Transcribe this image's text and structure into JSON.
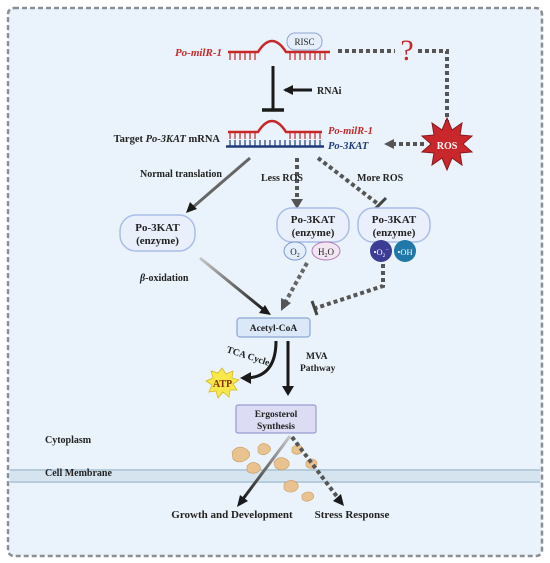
{
  "colors": {
    "background": "#eaf3fb",
    "frame": "#8a8f95",
    "mirna_red": "#c62828",
    "mrna_navy": "#1f3a78",
    "ros_red": "#c8272c",
    "enzyme_fill": "#e9f0fb",
    "enzyme_stroke": "#a9bde8",
    "acetyl_fill": "#dbe8f9",
    "ergo_fill": "#dcdcf4",
    "atp_yellow": "#f7e94a",
    "membrane": "#b7cfe0",
    "vesicle": "#e8c38f"
  },
  "labels": {
    "risc": "RISC",
    "mirna_top": "Po-milR-1",
    "question_mark": "?",
    "rnai": "RNAi",
    "target_prefix": "Target ",
    "target_gene": "Po-3KAT",
    "target_suffix": " mRNA",
    "duplex_mirna": "Po-milR-1",
    "duplex_gene": "Po-3KAT",
    "ros": "ROS",
    "normal_translation": "Normal translation",
    "less_ros": "Less ROS",
    "more_ros": "More ROS",
    "enzyme_name": "Po-3KAT",
    "enzyme_sub": "(enzyme)",
    "o2": "O",
    "o2_sub": "2",
    "h2o_h": "H",
    "h2o_sub": "2",
    "h2o_o": "O",
    "superoxide_dot": "•",
    "superoxide": "O",
    "superoxide_sub": "2",
    "superoxide_sup": "−",
    "hydroxyl_dot": "•",
    "hydroxyl": "OH",
    "beta_symbol": "β",
    "beta_text": "-oxidation",
    "acetyl_coa": "Acetyl-CoA",
    "tca_cycle": "TCA Cycle",
    "atp": "ATP",
    "mva_line1": "MVA",
    "mva_line2": "Pathway",
    "ergo_line1": "Ergosterol",
    "ergo_line2": "Synthesis",
    "cytoplasm": "Cytoplasm",
    "cell_membrane": "Cell Membrane",
    "growth": "Growth and Development",
    "stress": "Stress Response"
  }
}
